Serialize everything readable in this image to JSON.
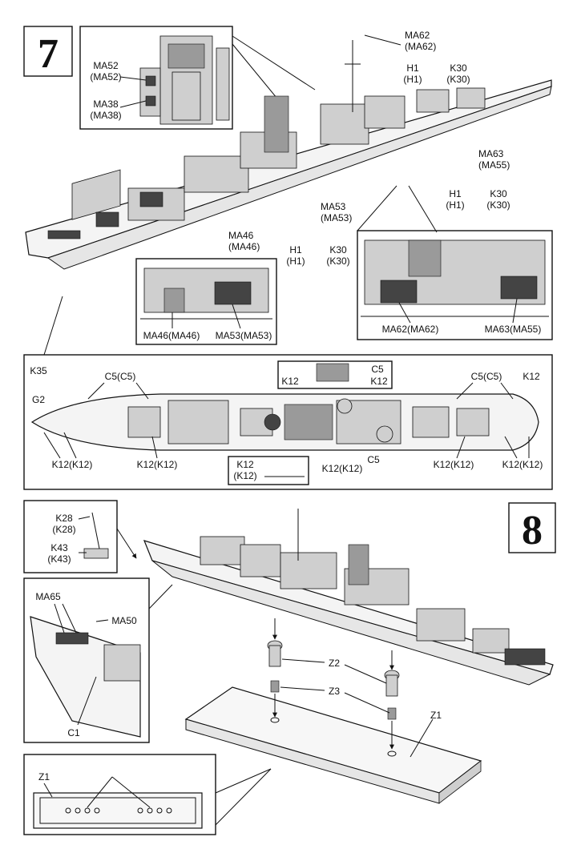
{
  "steps": {
    "step7": "7",
    "step8": "8"
  },
  "step7": {
    "inset_top_left": {
      "label_ma52": "MA52",
      "label_ma52_alt": "(MA52)",
      "label_ma38": "MA38",
      "label_ma38_alt": "(MA38)"
    },
    "main_labels": {
      "ma62": "MA62",
      "ma62_alt": "(MA62)",
      "h1_a": "H1",
      "h1_a_alt": "(H1)",
      "k30_a": "K30",
      "k30_a_alt": "(K30)",
      "ma63": "MA63",
      "ma63_alt": "(MA55)",
      "h1_b": "H1",
      "h1_b_alt": "(H1)",
      "k30_b": "K30",
      "k30_b_alt": "(K30)",
      "ma53": "MA53",
      "ma53_alt": "(MA53)",
      "ma46": "MA46",
      "ma46_alt": "(MA46)",
      "h1_c": "H1",
      "h1_c_alt": "(H1)",
      "k30_c": "K30",
      "k30_c_alt": "(K30)"
    },
    "inset_mid_left": {
      "label_ma46": "MA46(MA46)",
      "label_ma53": "MA53(MA53)"
    },
    "inset_mid_right": {
      "label_ma62": "MA62(MA62)",
      "label_ma63": "MA63(MA55)"
    },
    "plan_view": {
      "k35": "K35",
      "g2": "G2",
      "c5_left": "C5(C5)",
      "c5_right": "C5(C5)",
      "k12_top_right": "K12",
      "k12_bl1": "K12(K12)",
      "k12_bl2": "K12(K12)",
      "k12_bm": "K12(K12)",
      "k12_br1": "K12(K12)",
      "k12_br2": "K12(K12)",
      "c5_mid": "C5",
      "inset_top": {
        "c5": "C5",
        "k12_a": "K12",
        "k12_b": "K12"
      },
      "inset_bottom": {
        "k12": "K12",
        "k12_alt": "(K12)"
      }
    }
  },
  "step8": {
    "inset_mast": {
      "k28": "K28",
      "k28_alt": "(K28)",
      "k43": "K43",
      "k43_alt": "(K43)"
    },
    "inset_bow": {
      "ma65": "MA65",
      "ma50": "MA50",
      "c1": "C1"
    },
    "stand": {
      "z2": "Z2",
      "z3": "Z3",
      "z1": "Z1"
    },
    "inset_base": {
      "z1": "Z1"
    }
  }
}
